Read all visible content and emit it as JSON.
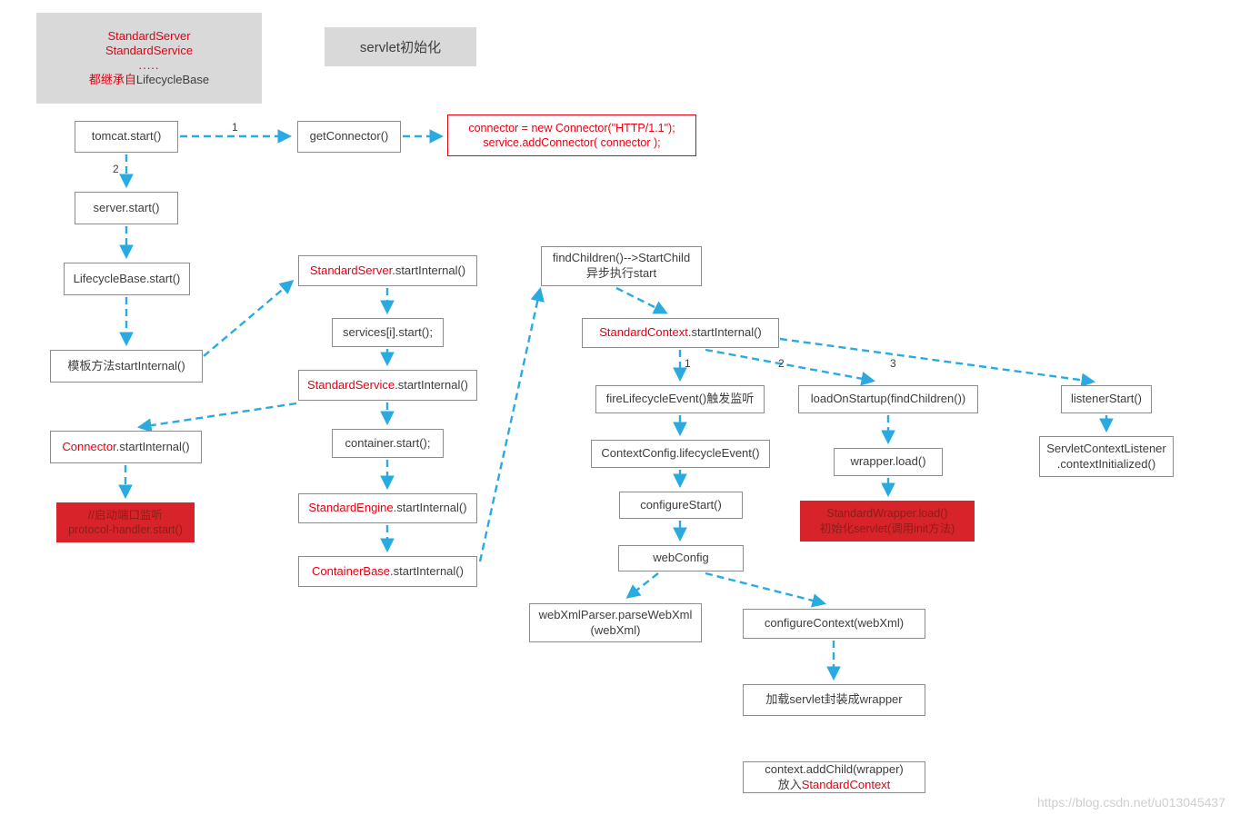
{
  "colors": {
    "arrow": "#29abe2",
    "red_text": "#e60012",
    "red_box_bg": "#d8232a",
    "red_box_text": "#8c1d18",
    "gray_box_bg": "#d9d9d9",
    "border": "#8c8c8c"
  },
  "legend": {
    "line1": "StandardServer",
    "line2": "StandardService",
    "dots": ".....",
    "inherit_red": "都继承自",
    "inherit_black": "LifecycleBase"
  },
  "header": {
    "servlet_init": "servlet初始化"
  },
  "nodes": {
    "tomcat_start": {
      "text": "tomcat.start()"
    },
    "get_connector": {
      "text": "getConnector()"
    },
    "connector_code": {
      "line1": "connector = new Connector(\"HTTP/1.1\");",
      "line2": "service.addConnector( connector );"
    },
    "server_start": {
      "text": "server.start()"
    },
    "lifecyclebase_start": {
      "text": "LifecycleBase.start()"
    },
    "template_method": {
      "text": "模板方法startInternal()"
    },
    "standard_server": {
      "red": "StandardServer",
      "rest": ".startInternal()"
    },
    "services_start": {
      "text": "services[i].start();"
    },
    "standard_service": {
      "red": "StandardService",
      "rest": ".startInternal()"
    },
    "container_start": {
      "text": "container.start();"
    },
    "standard_engine": {
      "red": "StandardEngine",
      "rest": ".startInternal()"
    },
    "container_base": {
      "red": "ContainerBase",
      "rest": ".startInternal()"
    },
    "connector_startinternal": {
      "red": "Connector",
      "rest": ".startInternal()"
    },
    "protocol_handler": {
      "line1": "//启动端口监听",
      "line2": "protocol-handler.start()"
    },
    "find_children": {
      "line1": "findChildren()-->StartChild",
      "line2": "异步执行start"
    },
    "standard_context": {
      "red": "StandardContext",
      "rest": ".startInternal()"
    },
    "fire_lifecycle_event": {
      "text": "fireLifecycleEvent()触发监听"
    },
    "load_on_startup": {
      "text": "loadOnStartup(findChildren())"
    },
    "listener_start": {
      "text": "listenerStart()"
    },
    "context_config": {
      "text": "ContextConfig.lifecycleEvent()"
    },
    "wrapper_load": {
      "text": "wrapper.load()"
    },
    "servlet_context_listener": {
      "line1": "ServletContextListener",
      "line2": ".contextInitialized()"
    },
    "configure_start": {
      "text": "configureStart()"
    },
    "standard_wrapper": {
      "line1": "StandardWrapper.load()",
      "line2": "初始化servlet(调用init方法)"
    },
    "web_config": {
      "text": "webConfig"
    },
    "webxml_parser": {
      "line1": "webXmlParser.parseWebXml",
      "line2": "(webXml)"
    },
    "configure_context": {
      "text": "configureContext(webXml)"
    },
    "load_servlet_wrapper": {
      "text": "加载servlet封装成wrapper"
    },
    "context_add_child": {
      "line1": "context.addChild(wrapper)",
      "line2_pre": "放入",
      "line2_red": "StandardContext"
    }
  },
  "edge_labels": {
    "tomcat_to_getconnector": "1",
    "tomcat_to_server": "2",
    "context_to_fire": "1",
    "context_to_load": "2",
    "context_to_listener": "3"
  },
  "page": {
    "watermark": "https://blog.csdn.net/u013045437"
  }
}
